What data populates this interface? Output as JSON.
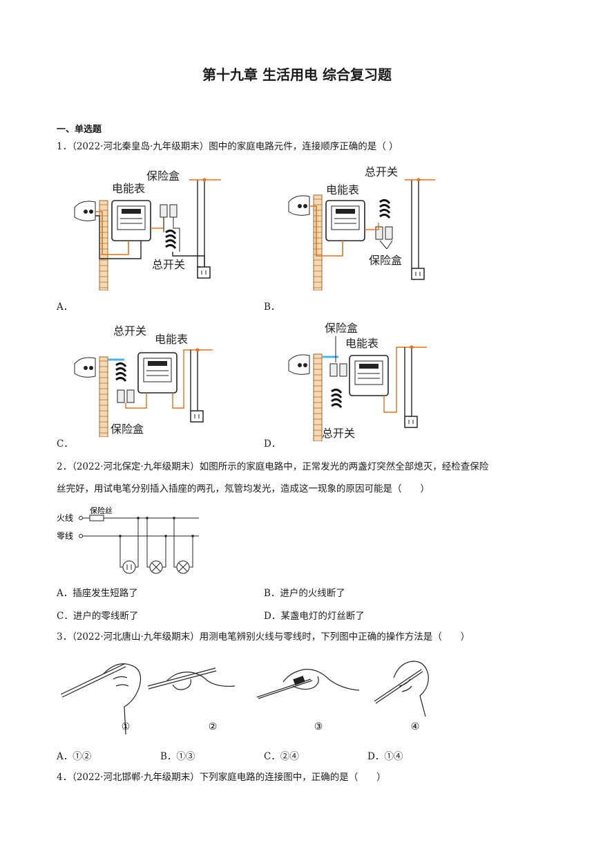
{
  "title": "第十九章 生活用电 综合复习题",
  "section": "一、单选题",
  "q1": {
    "stem": "1．（2022·河北秦皇岛·九年级期末）图中的家庭电路元件，连接顺序正确的是（  ）",
    "labels": {
      "meter": "电能表",
      "fuse_box": "保险盒",
      "main_switch": "总开关"
    },
    "options": [
      "A．",
      "B．",
      "C．",
      "D．"
    ]
  },
  "q2": {
    "stem_line1": "2．（2022·河北保定·九年级期末）如图所示的家庭电路中，正常发光的两盏灯突然全部熄灭，经检查保险",
    "stem_line2": "丝完好，用试电笔分别插入插座的两孔，氖管均发光，造成这一现象的原因可能是（　　）",
    "fig": {
      "live": "火线",
      "neutral": "零线",
      "fuse": "保险丝"
    },
    "options": [
      "A．插座发生短路了",
      "B．进户的火线断了",
      "C．进户的零线断了",
      "D．某盏电灯的灯丝断了"
    ]
  },
  "q3": {
    "stem": "3．（2022·河北唐山·九年级期末）用测电笔辨别火线与零线时，下列图中正确的操作方法是（　　）",
    "fig_labels": [
      "①",
      "②",
      "③",
      "④"
    ],
    "options": [
      "A．①②",
      "B．①③",
      "C．②④",
      "D．①④"
    ]
  },
  "q4": {
    "stem": "4．（2022·河北邯郸·九年级期末）下列家庭电路的连接图中，正确的是（　　）"
  }
}
